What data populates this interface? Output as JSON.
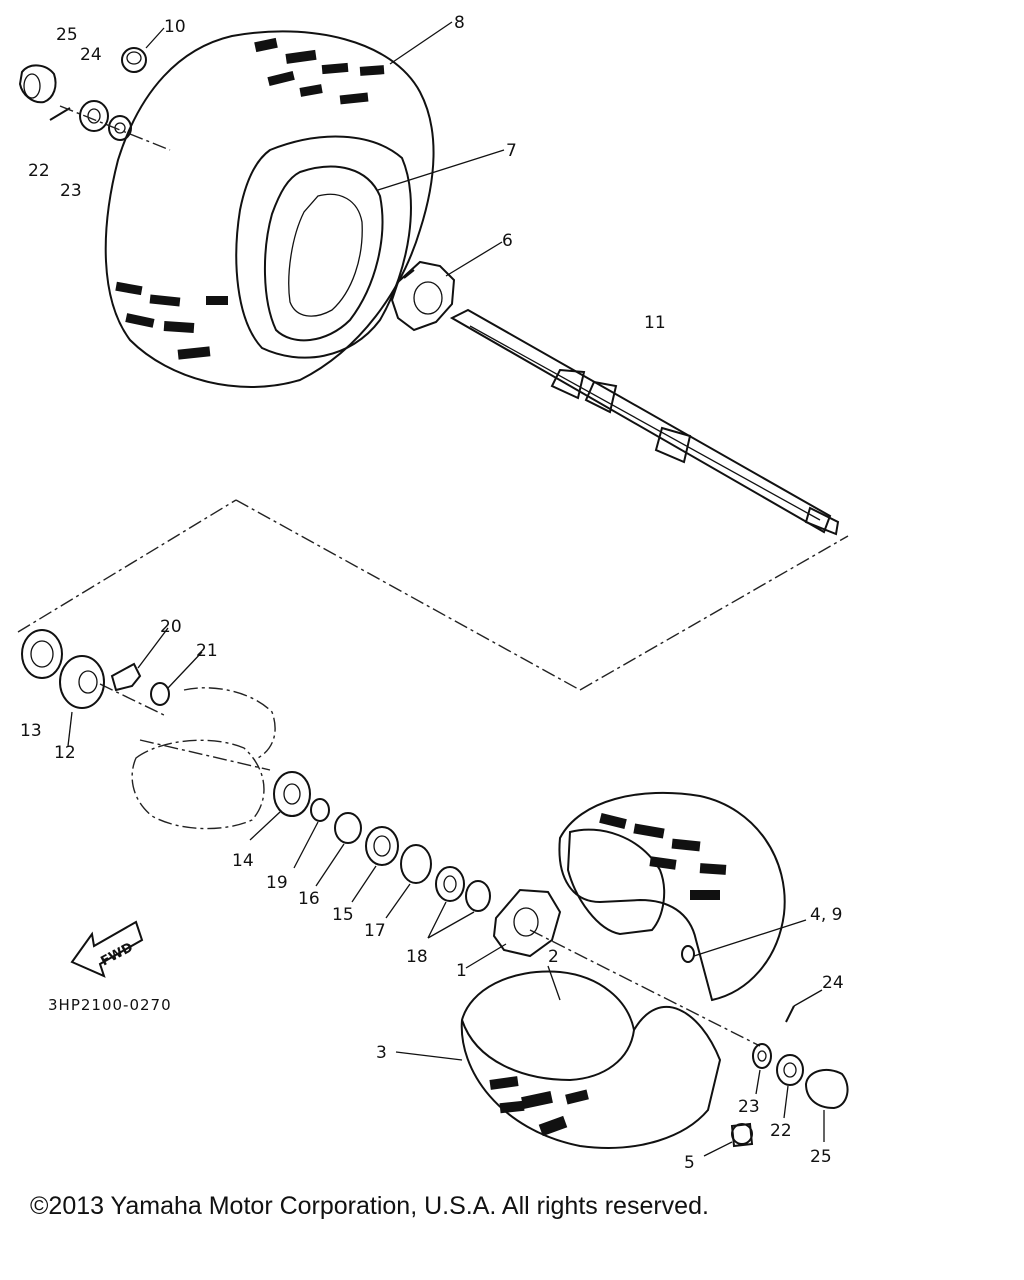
{
  "diagram": {
    "part_code": "3HP2100-0270",
    "direction_label": "FWD",
    "callouts": {
      "c1": "1",
      "c2": "2",
      "c3": "3",
      "c4_9": "4, 9",
      "c5": "5",
      "c6": "6",
      "c7": "7",
      "c8": "8",
      "c10": "10",
      "c11": "11",
      "c12": "12",
      "c13": "13",
      "c14": "14",
      "c15": "15",
      "c16": "16",
      "c17": "17",
      "c18": "18",
      "c19": "19",
      "c20": "20",
      "c21": "21",
      "c22_top": "22",
      "c23_top": "23",
      "c24_top": "24",
      "c25_top": "25",
      "c22_bottom": "22",
      "c23_bottom": "23",
      "c24_bottom": "24",
      "c25_bottom": "25"
    }
  },
  "footer": {
    "copyright": "©2013 Yamaha Motor Corporation, U.S.A. All rights reserved."
  }
}
